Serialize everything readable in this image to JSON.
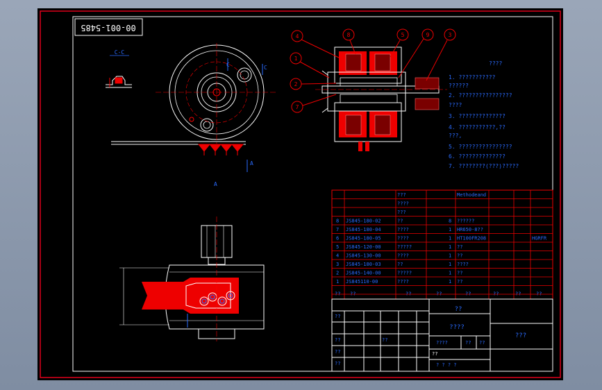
{
  "drawing_number": "00-001-5485",
  "section_label": "C-C",
  "view_labels": {
    "c1": "C",
    "c2": "C",
    "a1": "A",
    "a2": "A"
  },
  "callouts": [
    "4",
    "8",
    "5",
    "9",
    "3",
    "1",
    "2",
    "7"
  ],
  "notes": {
    "title": "????",
    "lines": [
      "1. ???????????",
      "   ??????",
      "2. ????????????????",
      "   ????",
      "3. ??????????????",
      "4. ???????????,??",
      "   ???,",
      "5. ????????????????",
      "6. ??????????????",
      "7. ????????(???)?????"
    ]
  },
  "bom_top": {
    "header_right": "Methodeand",
    "rows": [
      {
        "no": "",
        "code": "",
        "name": "???",
        "qty": "",
        "mat": "",
        "note": ""
      },
      {
        "no": "",
        "code": "",
        "name": "????",
        "qty": "",
        "mat": "",
        "note": ""
      },
      {
        "no": "",
        "code": "",
        "name": "???",
        "qty": "",
        "mat": "",
        "note": ""
      },
      {
        "no": "8",
        "code": "JS845-180-02",
        "name": "??",
        "qty": "8",
        "mat": "??????",
        "note": ""
      },
      {
        "no": "7",
        "code": "JS845-180-04",
        "name": "????",
        "qty": "1",
        "mat": "HR650-8??",
        "note": ""
      },
      {
        "no": "6",
        "code": "JS845-180-05",
        "name": "????",
        "qty": "1",
        "mat": "HT100FR208",
        "note": "HGRFR"
      },
      {
        "no": "5",
        "code": "JS845-120-00",
        "name": "?????",
        "qty": "1",
        "mat": "??",
        "note": ""
      },
      {
        "no": "4",
        "code": "JS845-130-00",
        "name": "????",
        "qty": "1",
        "mat": "??",
        "note": ""
      },
      {
        "no": "3",
        "code": "JS845-180-03",
        "name": "??",
        "qty": "1",
        "mat": "????",
        "note": ""
      },
      {
        "no": "2",
        "code": "JS845-140-00",
        "name": "?????",
        "qty": "1",
        "mat": "??",
        "note": ""
      },
      {
        "no": "1",
        "code": "JS845110-00",
        "name": "????",
        "qty": "1",
        "mat": "??",
        "note": ""
      }
    ],
    "header": {
      "no": "??",
      "code": "??",
      "name": "??",
      "qty": "??",
      "mat": "??",
      "unit": "??",
      "total": "??",
      "note": "??"
    }
  },
  "title_block": {
    "company": "??",
    "part_name": "????",
    "drawing_name": "???",
    "scale_label": "????",
    "cells_small": [
      "??",
      "??",
      "??",
      "??",
      "??",
      "??"
    ],
    "sheet": "??",
    "page": "?  ? ?  ?",
    "weight": "??"
  }
}
